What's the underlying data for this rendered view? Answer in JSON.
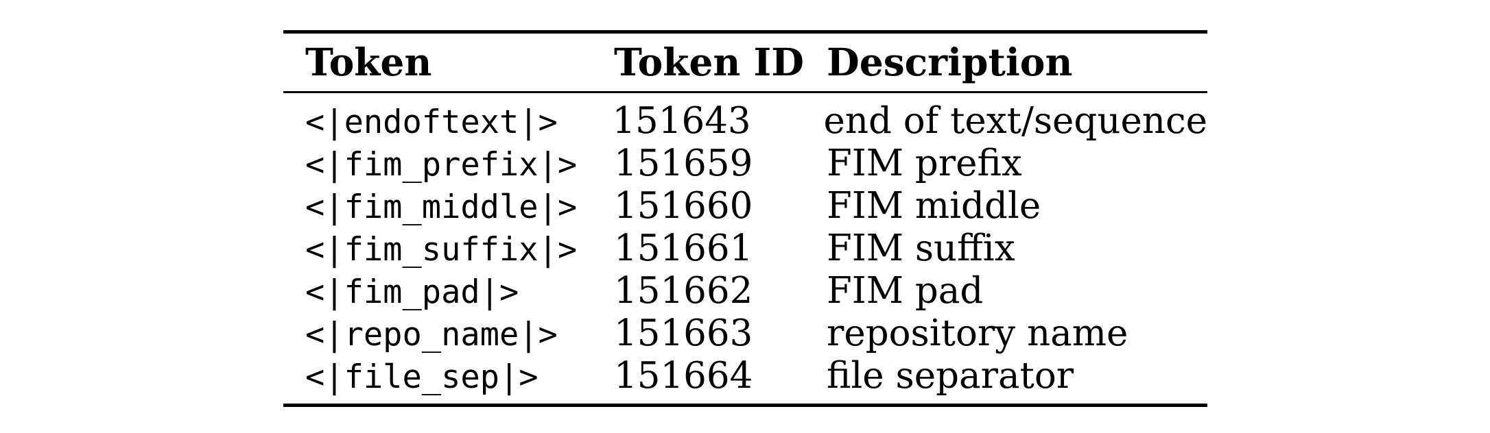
{
  "colors": {
    "background": "#ffffff",
    "text": "#000000",
    "rule": "#000000"
  },
  "table": {
    "columns": [
      "Token",
      "Token ID",
      "Description"
    ],
    "rows": [
      {
        "token": "<|endoftext|>",
        "id": "151643",
        "description": "end of text/sequence"
      },
      {
        "token": "<|fim_prefix|>",
        "id": "151659",
        "description": "FIM prefix"
      },
      {
        "token": "<|fim_middle|>",
        "id": "151660",
        "description": "FIM middle"
      },
      {
        "token": "<|fim_suffix|>",
        "id": "151661",
        "description": "FIM suffix"
      },
      {
        "token": "<|fim_pad|>",
        "id": "151662",
        "description": "FIM pad"
      },
      {
        "token": "<|repo_name|>",
        "id": "151663",
        "description": "repository name"
      },
      {
        "token": "<|file_sep|>",
        "id": "151664",
        "description": "file separator"
      }
    ]
  }
}
